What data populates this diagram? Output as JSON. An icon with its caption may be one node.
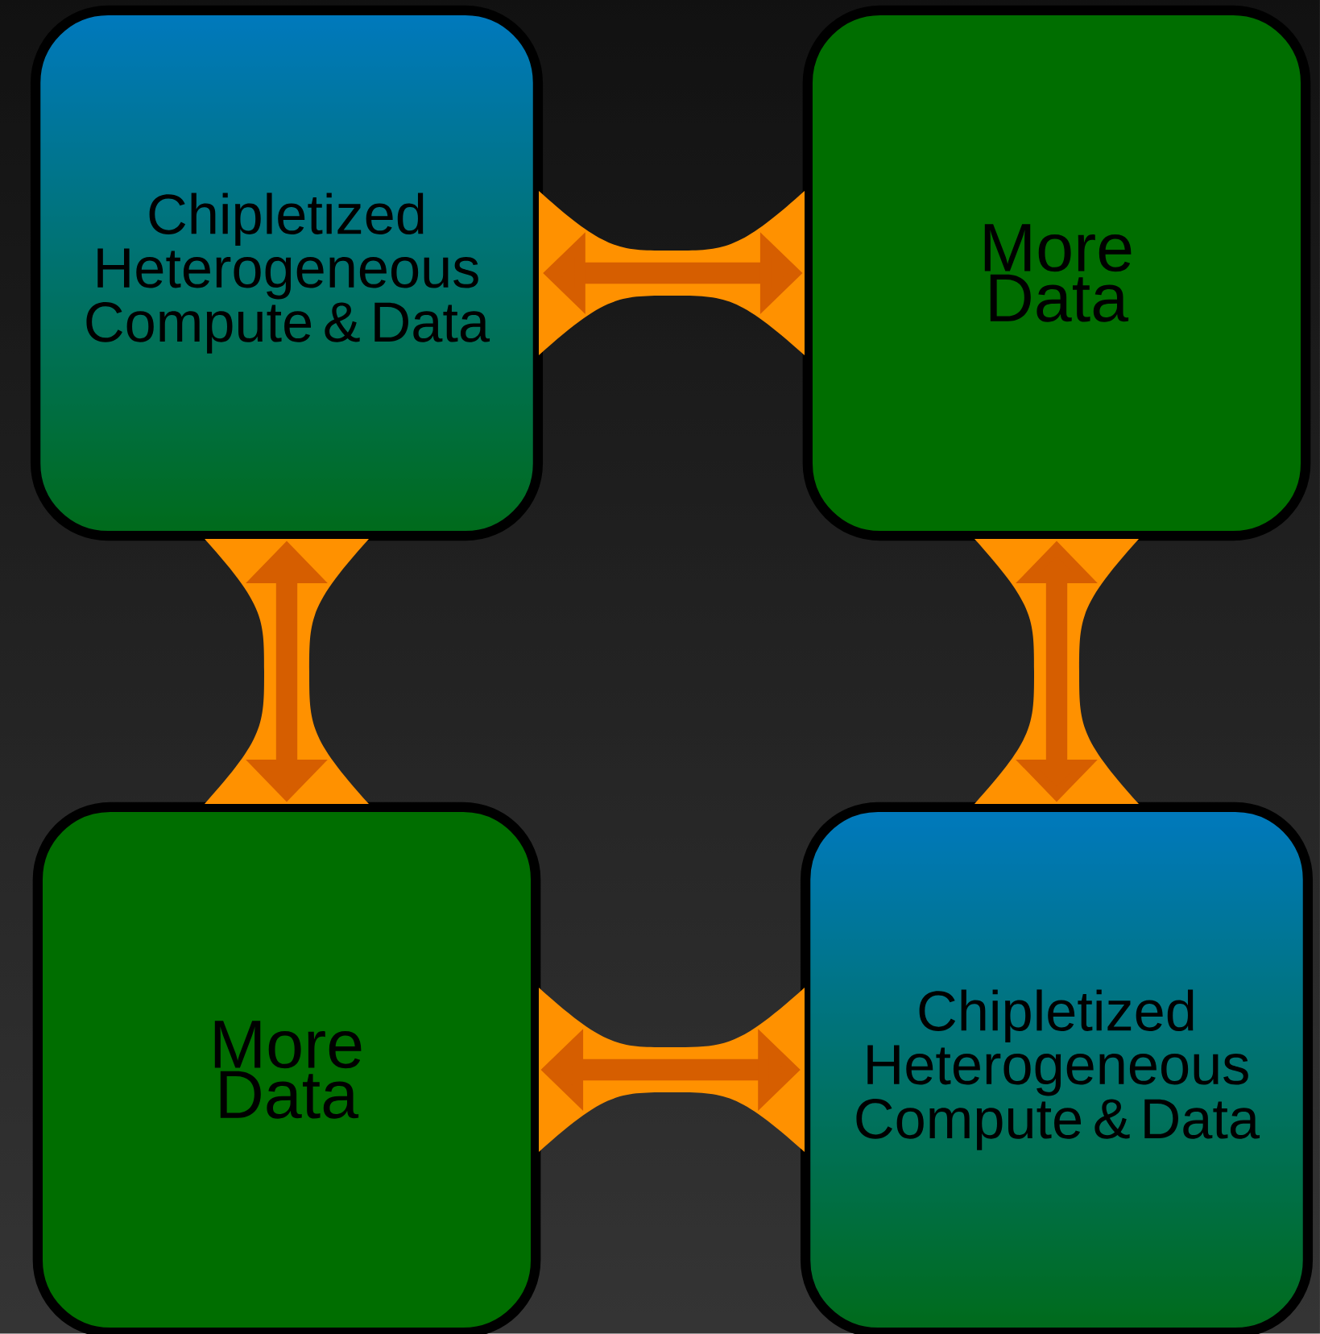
{
  "diagram": {
    "nodes": [
      {
        "text": [
          "Chipletized Heterogeneous Compute & Data"
        ]
      },
      {
        "text": [
          "More Data"
        ]
      },
      {
        "text": [
          "More Data"
        ]
      },
      {
        "text": [
          "Chipletized Heterogeneous Compute & Data"
        ]
      }
    ],
    "edges": [
      {
        "from": 0,
        "to": 1,
        "arrow": "both"
      },
      {
        "from": 0,
        "to": 2,
        "arrow": "both"
      },
      {
        "from": 1,
        "to": 3,
        "arrow": "both"
      },
      {
        "from": 2,
        "to": 3,
        "arrow": "both"
      }
    ]
  }
}
